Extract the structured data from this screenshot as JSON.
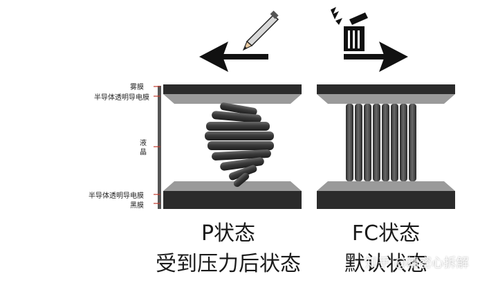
{
  "labels": {
    "fog_film": "雾膜",
    "semi_top": "半导体透明导电膜",
    "lc_1": "液",
    "lc_2": "晶",
    "semi_bottom": "半导体透明导电膜",
    "black_film": "黑膜"
  },
  "captions": {
    "p_title": "P状态",
    "p_sub": "受到压力后状态",
    "fc_title": "FC状态",
    "fc_sub": "默认状态"
  },
  "watermark": "知乎 @精密心拆解",
  "colors": {
    "plate_dark": "#2b2b2b",
    "plate_light": "#9a9a9a",
    "rod_dark": "#3a3a3a",
    "label_line": "#c0392b"
  }
}
